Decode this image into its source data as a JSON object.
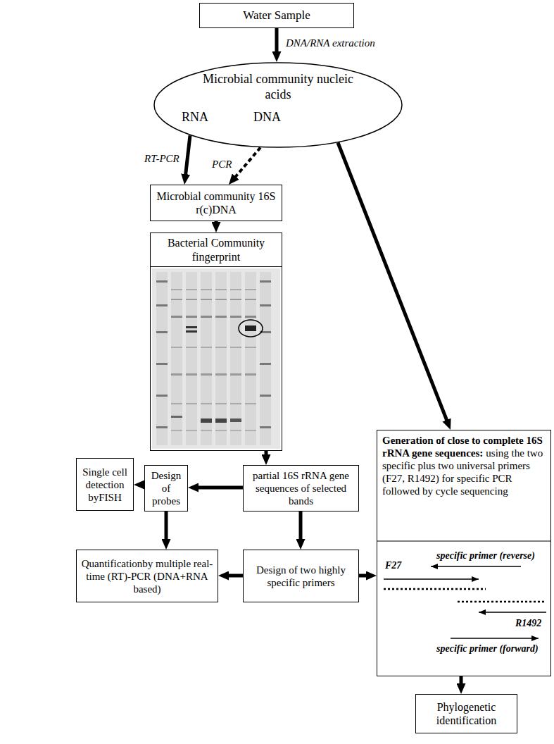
{
  "diagram": {
    "nodes": [
      {
        "text": [
          "Water Sample"
        ]
      },
      {
        "text": [
          "Microbial community nucleic acids",
          "RNA",
          "DNA"
        ]
      },
      {
        "text": [
          "Microbial community 16S r(c)DNA"
        ]
      },
      {
        "text": [
          "Bacterial Community fingerprint"
        ]
      },
      {
        "text": [
          "Generation of close to complete 16S rRNA gene sequences:",
          "using the two specific plus two universal primers (F27, R1492) for specific PCR followed by cycle sequencing"
        ]
      },
      {
        "text": [
          "Single cell detection byFISH"
        ]
      },
      {
        "text": [
          "Design of probes"
        ]
      },
      {
        "text": [
          "partial 16S rRNA gene sequences of selected bands"
        ]
      },
      {
        "text": [
          "Quantificationby multiple real-time (RT)-PCR (DNA+RNA based)"
        ]
      },
      {
        "text": [
          "Design of two highly specific primers"
        ]
      },
      {
        "text": [
          "Phylogenetic identification"
        ]
      }
    ],
    "edges": [
      {
        "from": 0,
        "to": 1,
        "arrow": "to",
        "label": "DNA/RNA extraction"
      },
      {
        "from": 1,
        "to": 2,
        "arrow": "to",
        "label": "RT-PCR"
      },
      {
        "from": 1,
        "to": 2,
        "arrow": "to",
        "label": "PCR"
      },
      {
        "from": 1,
        "to": 4,
        "arrow": "to"
      },
      {
        "from": 2,
        "to": 3,
        "arrow": "to"
      },
      {
        "from": 3,
        "to": 7,
        "arrow": "to"
      },
      {
        "from": 7,
        "to": 6,
        "arrow": "to"
      },
      {
        "from": 6,
        "to": 5,
        "arrow": "to"
      },
      {
        "from": 6,
        "to": 8,
        "arrow": "to"
      },
      {
        "from": 7,
        "to": 9,
        "arrow": "to"
      },
      {
        "from": 9,
        "to": 8,
        "arrow": "to"
      },
      {
        "from": 9,
        "to": 4,
        "arrow": "to"
      },
      {
        "from": 4,
        "to": 10,
        "arrow": "to"
      }
    ],
    "labels": [
      "specific primer (reverse)",
      "F27",
      "R1492",
      "specific primer (forward)"
    ]
  }
}
